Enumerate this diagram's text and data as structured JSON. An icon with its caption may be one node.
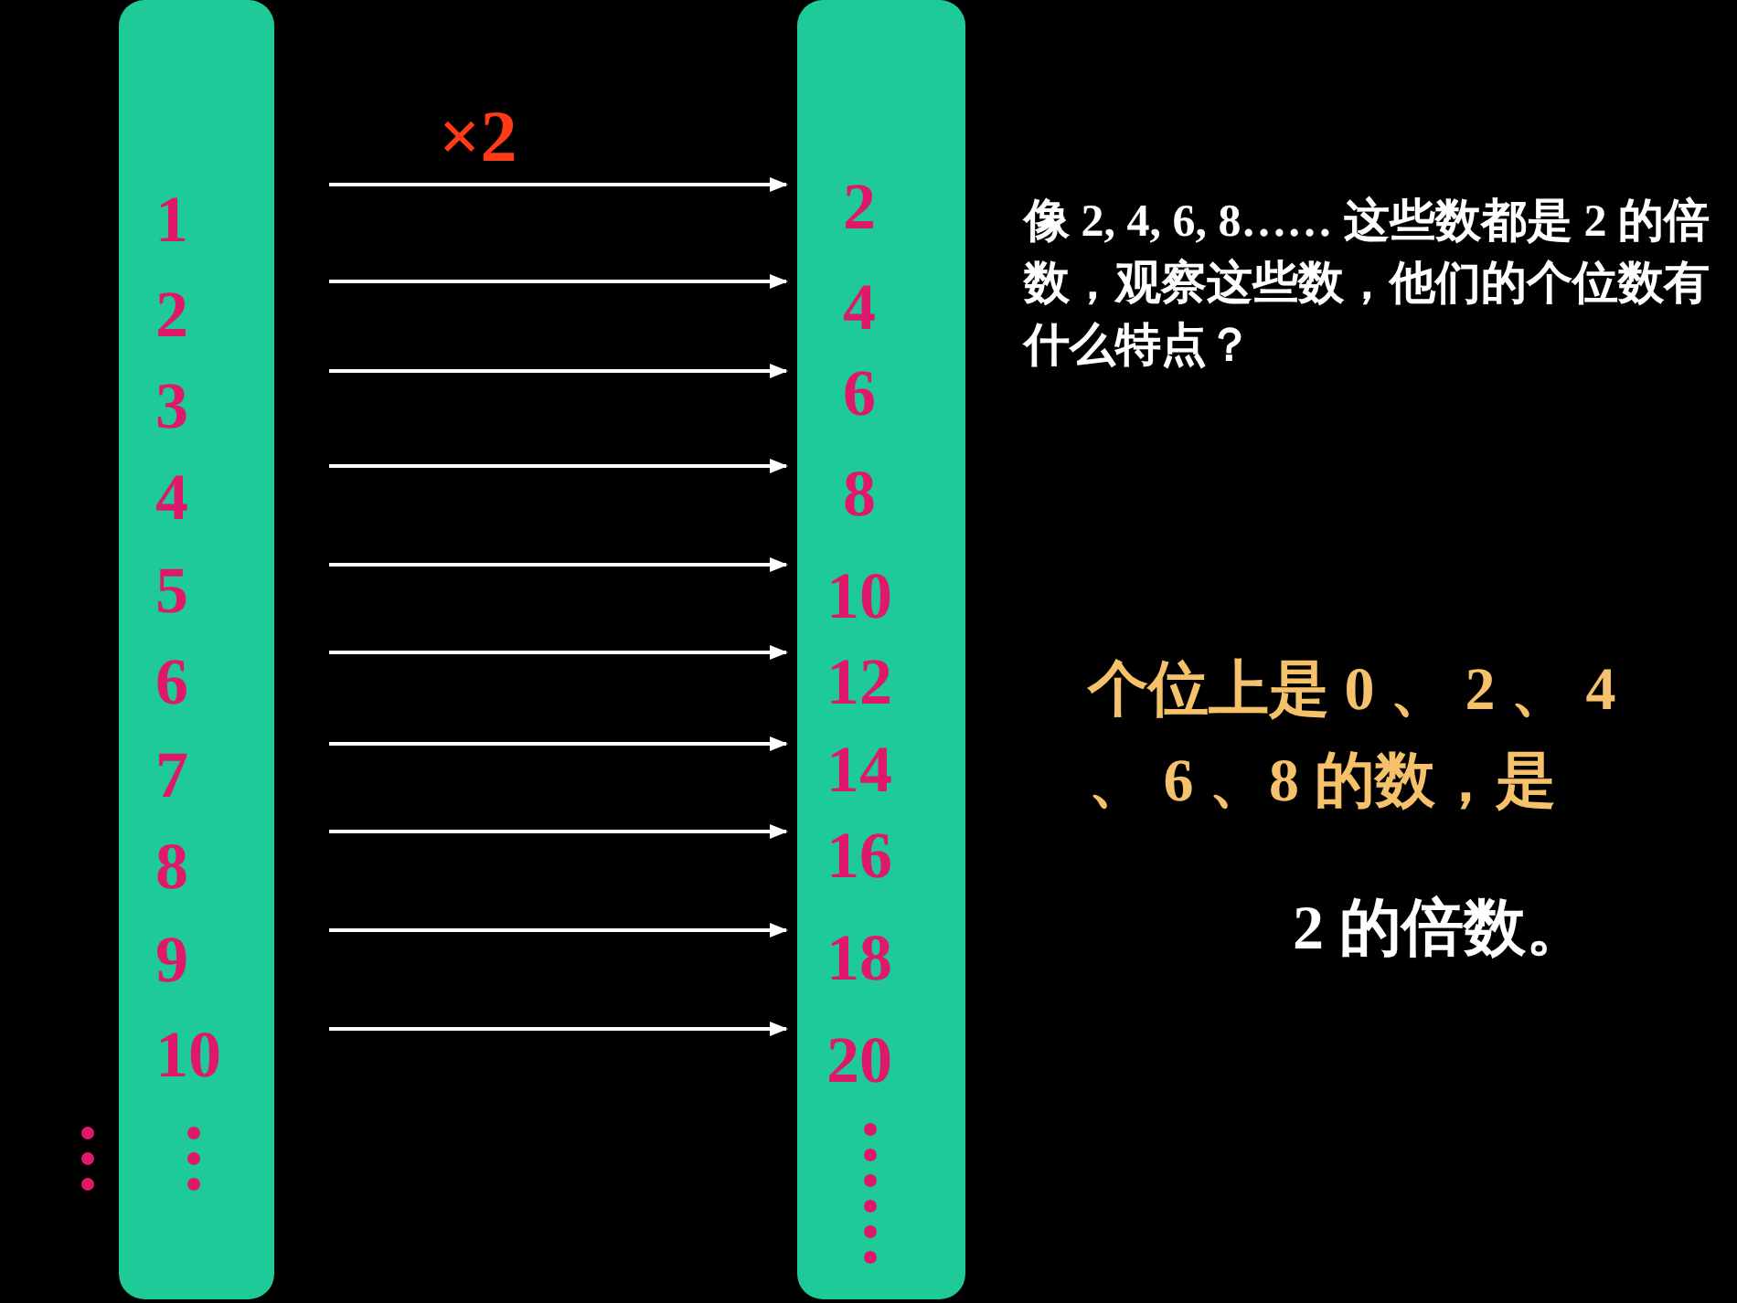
{
  "diagram": {
    "nodes": [
      {
        "text": [],
        "shape": "bar"
      },
      {
        "text": [
          "1"
        ],
        "in": 0
      },
      {
        "text": [
          "2"
        ],
        "in": 0
      },
      {
        "text": [
          "3"
        ],
        "in": 0
      },
      {
        "text": [
          "4"
        ],
        "in": 0
      },
      {
        "text": [
          "5"
        ],
        "in": 0
      },
      {
        "text": [
          "6"
        ],
        "in": 0
      },
      {
        "text": [
          "7"
        ],
        "in": 0
      },
      {
        "text": [
          "8"
        ],
        "in": 0
      },
      {
        "text": [
          "9"
        ],
        "in": 0
      },
      {
        "text": [
          "10"
        ],
        "in": 0
      },
      {
        "text": [],
        "shape": "bar"
      },
      {
        "text": [
          "2"
        ],
        "in": 11
      },
      {
        "text": [
          "4"
        ],
        "in": 11
      },
      {
        "text": [
          "6"
        ],
        "in": 11
      },
      {
        "text": [
          "8"
        ],
        "in": 11
      },
      {
        "text": [
          "10"
        ],
        "in": 11
      },
      {
        "text": [
          "12"
        ],
        "in": 11
      },
      {
        "text": [
          "14"
        ],
        "in": 11
      },
      {
        "text": [
          "16"
        ],
        "in": 11
      },
      {
        "text": [
          "18"
        ],
        "in": 11
      },
      {
        "text": [
          "20"
        ],
        "in": 11
      }
    ],
    "edges": [
      {
        "from": 1,
        "to": 12,
        "arrow": "to",
        "label": "×2"
      },
      {
        "from": 2,
        "to": 13,
        "arrow": "to"
      },
      {
        "from": 3,
        "to": 14,
        "arrow": "to"
      },
      {
        "from": 4,
        "to": 15,
        "arrow": "to"
      },
      {
        "from": 5,
        "to": 16,
        "arrow": "to"
      },
      {
        "from": 6,
        "to": 17,
        "arrow": "to"
      },
      {
        "from": 7,
        "to": 18,
        "arrow": "to"
      },
      {
        "from": 8,
        "to": 19,
        "arrow": "to"
      },
      {
        "from": 9,
        "to": 20,
        "arrow": "to"
      },
      {
        "from": 10,
        "to": 21,
        "arrow": "to"
      }
    ],
    "labels": [
      "像 2, 4, 6, 8…… 这些数都是 2 的倍数，观察这些数，他们的个位数有什么特点？",
      "个位上是 0 、 2 、 4 、 6 、8 的数，是",
      "2 的倍数。"
    ]
  }
}
